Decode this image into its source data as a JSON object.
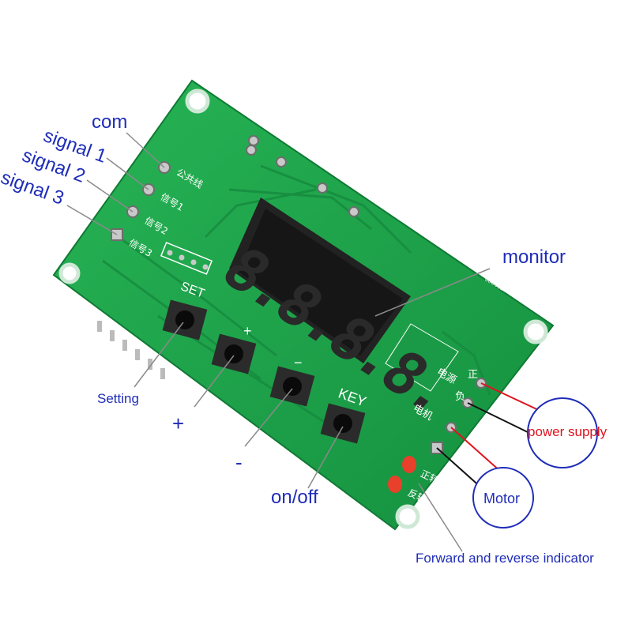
{
  "labels": {
    "com": "com",
    "signal1": "signal 1",
    "signal2": "signal 2",
    "signal3": "signal 3",
    "monitor": "monitor",
    "setting": "Setting",
    "plus": "+",
    "minus": "-",
    "onoff": "on/off",
    "power_supply": "power supply",
    "motor": "Motor",
    "indicator": "Forward and reverse indicator"
  },
  "silkscreen": {
    "common_line": "公共线",
    "sig1": "信号1",
    "sig2": "信号2",
    "sig3": "信号3",
    "set": "SET",
    "plus": "+",
    "minus": "−",
    "key": "KEY",
    "power": "电源",
    "pos": "正",
    "neg": "负",
    "motor": "电机",
    "forward": "正转",
    "reverse": "反转",
    "serial": "00061214"
  },
  "display": {
    "digits": "8.8.8.8."
  },
  "colors": {
    "pcb": "#1fa34a",
    "label_blue": "#1f2db8",
    "power_red": "#e0141e",
    "led_red": "#e8402a"
  }
}
